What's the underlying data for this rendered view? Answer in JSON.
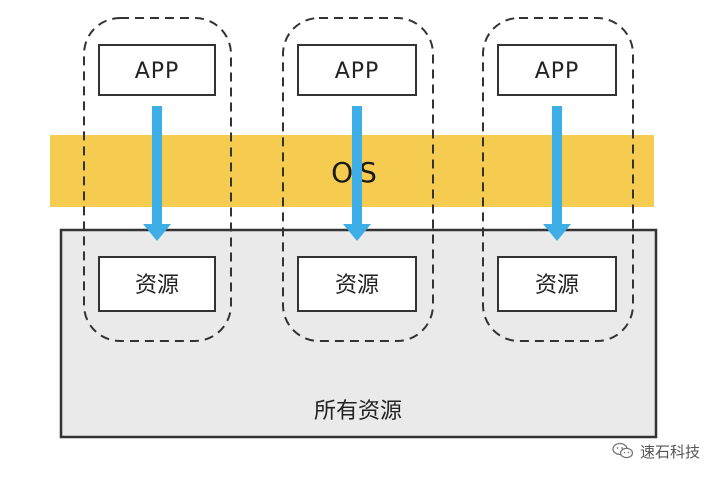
{
  "diagram": {
    "os_label": "OS",
    "all_resources_label": "所有资源",
    "columns": [
      {
        "app_label": "APP",
        "resource_label": "资源"
      },
      {
        "app_label": "APP",
        "resource_label": "资源"
      },
      {
        "app_label": "APP",
        "resource_label": "资源"
      }
    ],
    "colors": {
      "os_band": "#f5cc4f",
      "arrow": "#3daee6",
      "resource_pool": "#eaeaea",
      "border": "#333333"
    }
  },
  "watermark": {
    "text": "速石科技",
    "icon": "wechat-icon"
  }
}
